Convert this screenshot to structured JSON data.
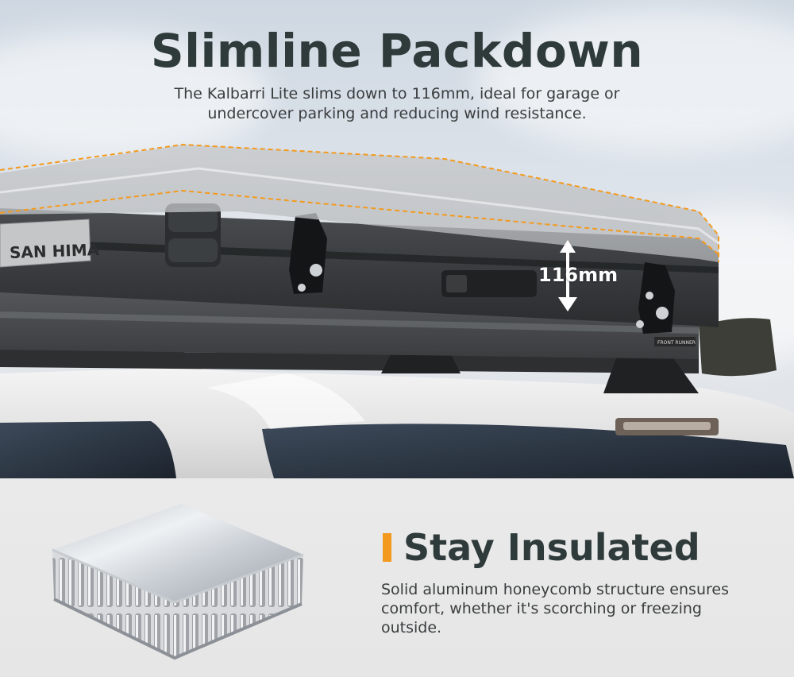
{
  "hero": {
    "title": "Slimline Packdown",
    "subtitle": "The Kalbarri Lite slims down to 116mm, ideal for garage or undercover parking and reducing wind resistance.",
    "measurement_label": "116mm",
    "brand_plate": "SAN HIMA",
    "rack_plate": "FRONT RUNNER",
    "accent_color": "#f39a1e"
  },
  "insulation": {
    "title": "Stay Insulated",
    "text": "Solid aluminum honeycomb structure ensures comfort, whether it's scorching or freezing outside.",
    "accent_color": "#f39a1e"
  }
}
